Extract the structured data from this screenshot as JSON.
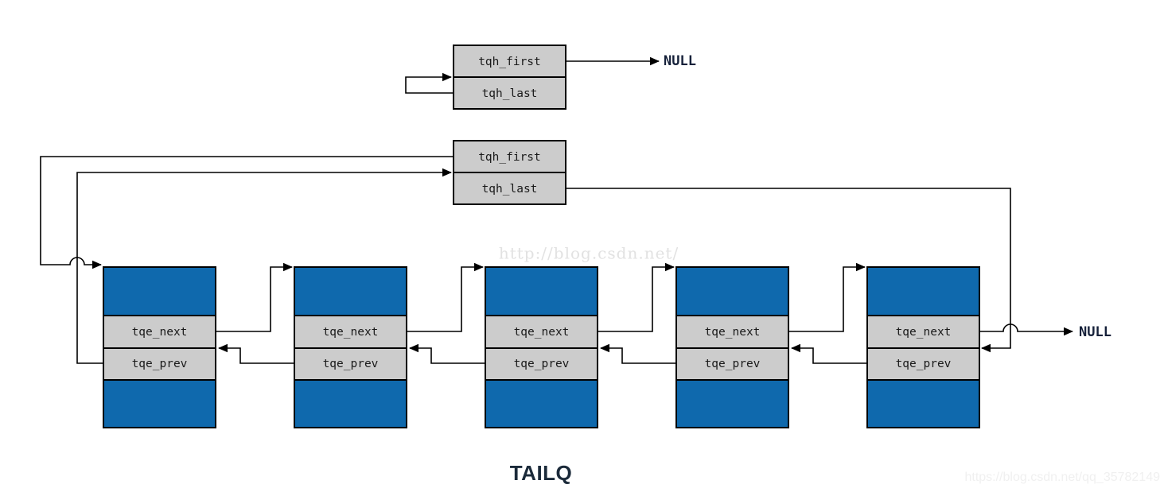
{
  "diagram": {
    "title": "TAILQ",
    "watermark_center": "http://blog.csdn.net/",
    "watermark_corner": "https://blog.csdn.net/qq_35782149",
    "colors": {
      "node_accent": "#0f69ad",
      "field_fill": "#cccccc",
      "stroke": "#000000",
      "title": "#1b2a3a",
      "watermark": "#e2e2e2"
    },
    "null_terminator_label": "NULL",
    "empty_head": {
      "name": "empty-tailq-head",
      "fields": [
        {
          "label": "tqh_first",
          "target": "NULL"
        },
        {
          "label": "tqh_last",
          "target": "self (address of tqh_first)"
        }
      ]
    },
    "populated_head": {
      "name": "populated-tailq-head",
      "fields": [
        {
          "label": "tqh_first",
          "target": "element 1"
        },
        {
          "label": "tqh_last",
          "target": "element 5 tqe_next"
        }
      ]
    },
    "elements": [
      {
        "index": 1,
        "fields": [
          {
            "label": "tqe_next",
            "target": "element 2"
          },
          {
            "label": "tqe_prev",
            "target": "head tqh_first"
          }
        ]
      },
      {
        "index": 2,
        "fields": [
          {
            "label": "tqe_next",
            "target": "element 3"
          },
          {
            "label": "tqe_prev",
            "target": "element 1 tqe_next"
          }
        ]
      },
      {
        "index": 3,
        "fields": [
          {
            "label": "tqe_next",
            "target": "element 4"
          },
          {
            "label": "tqe_prev",
            "target": "element 2 tqe_next"
          }
        ]
      },
      {
        "index": 4,
        "fields": [
          {
            "label": "tqe_next",
            "target": "element 5"
          },
          {
            "label": "tqe_prev",
            "target": "element 3 tqe_next"
          }
        ]
      },
      {
        "index": 5,
        "fields": [
          {
            "label": "tqe_next",
            "target": "NULL"
          },
          {
            "label": "tqe_prev",
            "target": "element 4 tqe_next"
          }
        ]
      }
    ]
  }
}
